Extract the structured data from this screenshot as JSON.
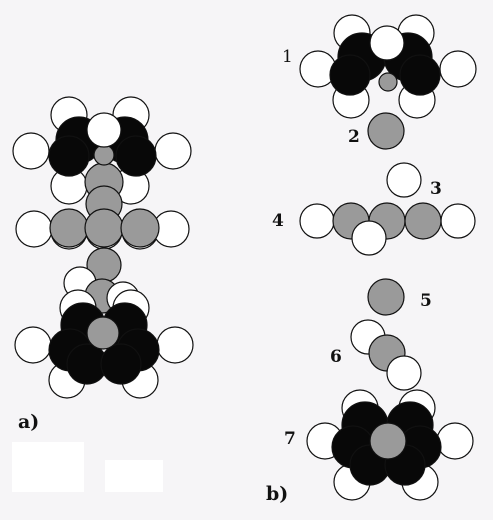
{
  "panels": {
    "a": {
      "label": "a)"
    },
    "b": {
      "label": "b)",
      "fragment_labels": [
        "1",
        "2",
        "3",
        "4",
        "5",
        "6",
        "7"
      ]
    }
  },
  "colors": {
    "background": "#f6f5f7",
    "white_atom": "#ffffff",
    "black_atom": "#080808",
    "grey_atom": "#9a9a9a",
    "outline": "#111111",
    "patch": "#ffffff"
  }
}
